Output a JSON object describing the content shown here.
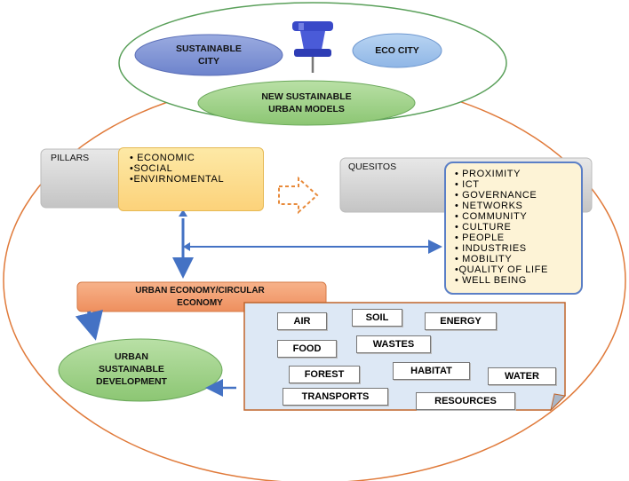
{
  "top": {
    "sustainable_city": "SUSTAINABLE\nCITY",
    "eco_city": "ECO CITY",
    "new_models": "NEW SUSTAINABLE\nURBAN MODELS"
  },
  "pillars": {
    "title": "PILLARS",
    "items": [
      "ECONOMIC",
      "SOCIAL",
      "ENVIRNOMENTAL"
    ]
  },
  "quesitos": {
    "title": "QUESITOS",
    "items": [
      "PROXIMITY",
      "ICT",
      "GOVERNANCE",
      "NETWORKS",
      "COMMUNITY",
      "CULTURE",
      "PEOPLE",
      "INDUSTRIES",
      "MOBILITY",
      "QUALITY OF LIFE",
      "WELL BEING"
    ]
  },
  "urban_economy": "URBAN ECONOMY/CIRCULAR\nECONOMY",
  "urban_dev": "URBAN\nSUSTAINABLE\nDEVELOPMENT",
  "keywords": {
    "air": "AIR",
    "soil": "SOIL",
    "energy": "ENERGY",
    "food": "FOOD",
    "wastes": "WASTES",
    "forest": "FOREST",
    "habitat": "HABITAT",
    "water": "WATER",
    "transports": "TRANSPORTS",
    "resources": "RESOURCES"
  },
  "colors": {
    "big_circle": "#e07a3a",
    "top_oval": "#5aa05a",
    "blue_oval": "#7f94d6",
    "green_oval": "#9fd18a",
    "arrow": "#4472c4",
    "panel": "#dde8f5"
  },
  "icons": {
    "pin": "push-pin-icon",
    "hollow_arrow": "dashed-right-arrow-icon"
  }
}
